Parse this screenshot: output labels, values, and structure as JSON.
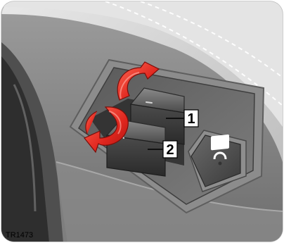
{
  "illustration": {
    "subject": "door-panel-window-switches",
    "reference_code": "TR1473",
    "callouts": [
      {
        "label": "1",
        "target": "upper-window-switch"
      },
      {
        "label": "2",
        "target": "lower-window-switch"
      }
    ],
    "lock_switch_icon": "padlock-icon",
    "rotation_arrows": [
      "clockwise-rotation-arrow",
      "counterclockwise-rotation-arrow"
    ],
    "colors": {
      "arrow_red": "#e0261e",
      "panel_gray": "#7c7c7c",
      "switch_dark": "#3a3a3a",
      "background_light": "#d9d9d9"
    }
  }
}
